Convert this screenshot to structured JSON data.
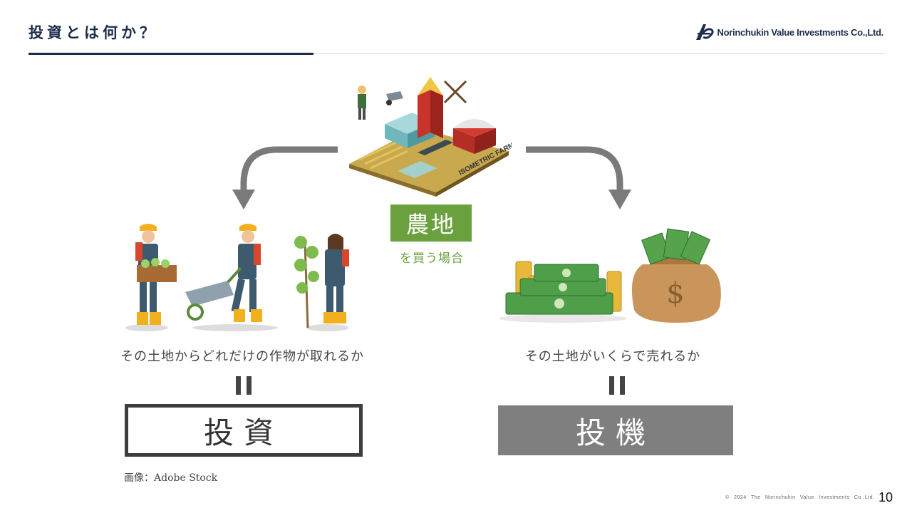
{
  "header": {
    "title": "投資とは何か？",
    "logo_text": "Norinchukin Value Investments Co.,Ltd."
  },
  "center": {
    "farmland_label": "農地",
    "farmland_sub": "を買う場合",
    "illustration_text": "ISOMETRIC FARM"
  },
  "left": {
    "caption": "その土地からどれだけの作物が取れるか",
    "box_label": "投資"
  },
  "right": {
    "caption": "その土地がいくらで売れるか",
    "box_label": "投機"
  },
  "footer": {
    "image_credit": "画像：Adobe Stock",
    "copyright": "© 2024 The Norinchukin Value Investments Co.,Ltd.",
    "page_number": "10"
  },
  "colors": {
    "navy": "#1c2e4a",
    "green": "#6ba03e",
    "gray_box": "#7f7f7f",
    "arrow_gray": "#7a7a7a"
  },
  "icons": {
    "logo": "nvi-logo-icon",
    "arrow_left": "curved-arrow-left-icon",
    "arrow_right": "curved-arrow-right-icon",
    "money": "money-bag-icon"
  }
}
